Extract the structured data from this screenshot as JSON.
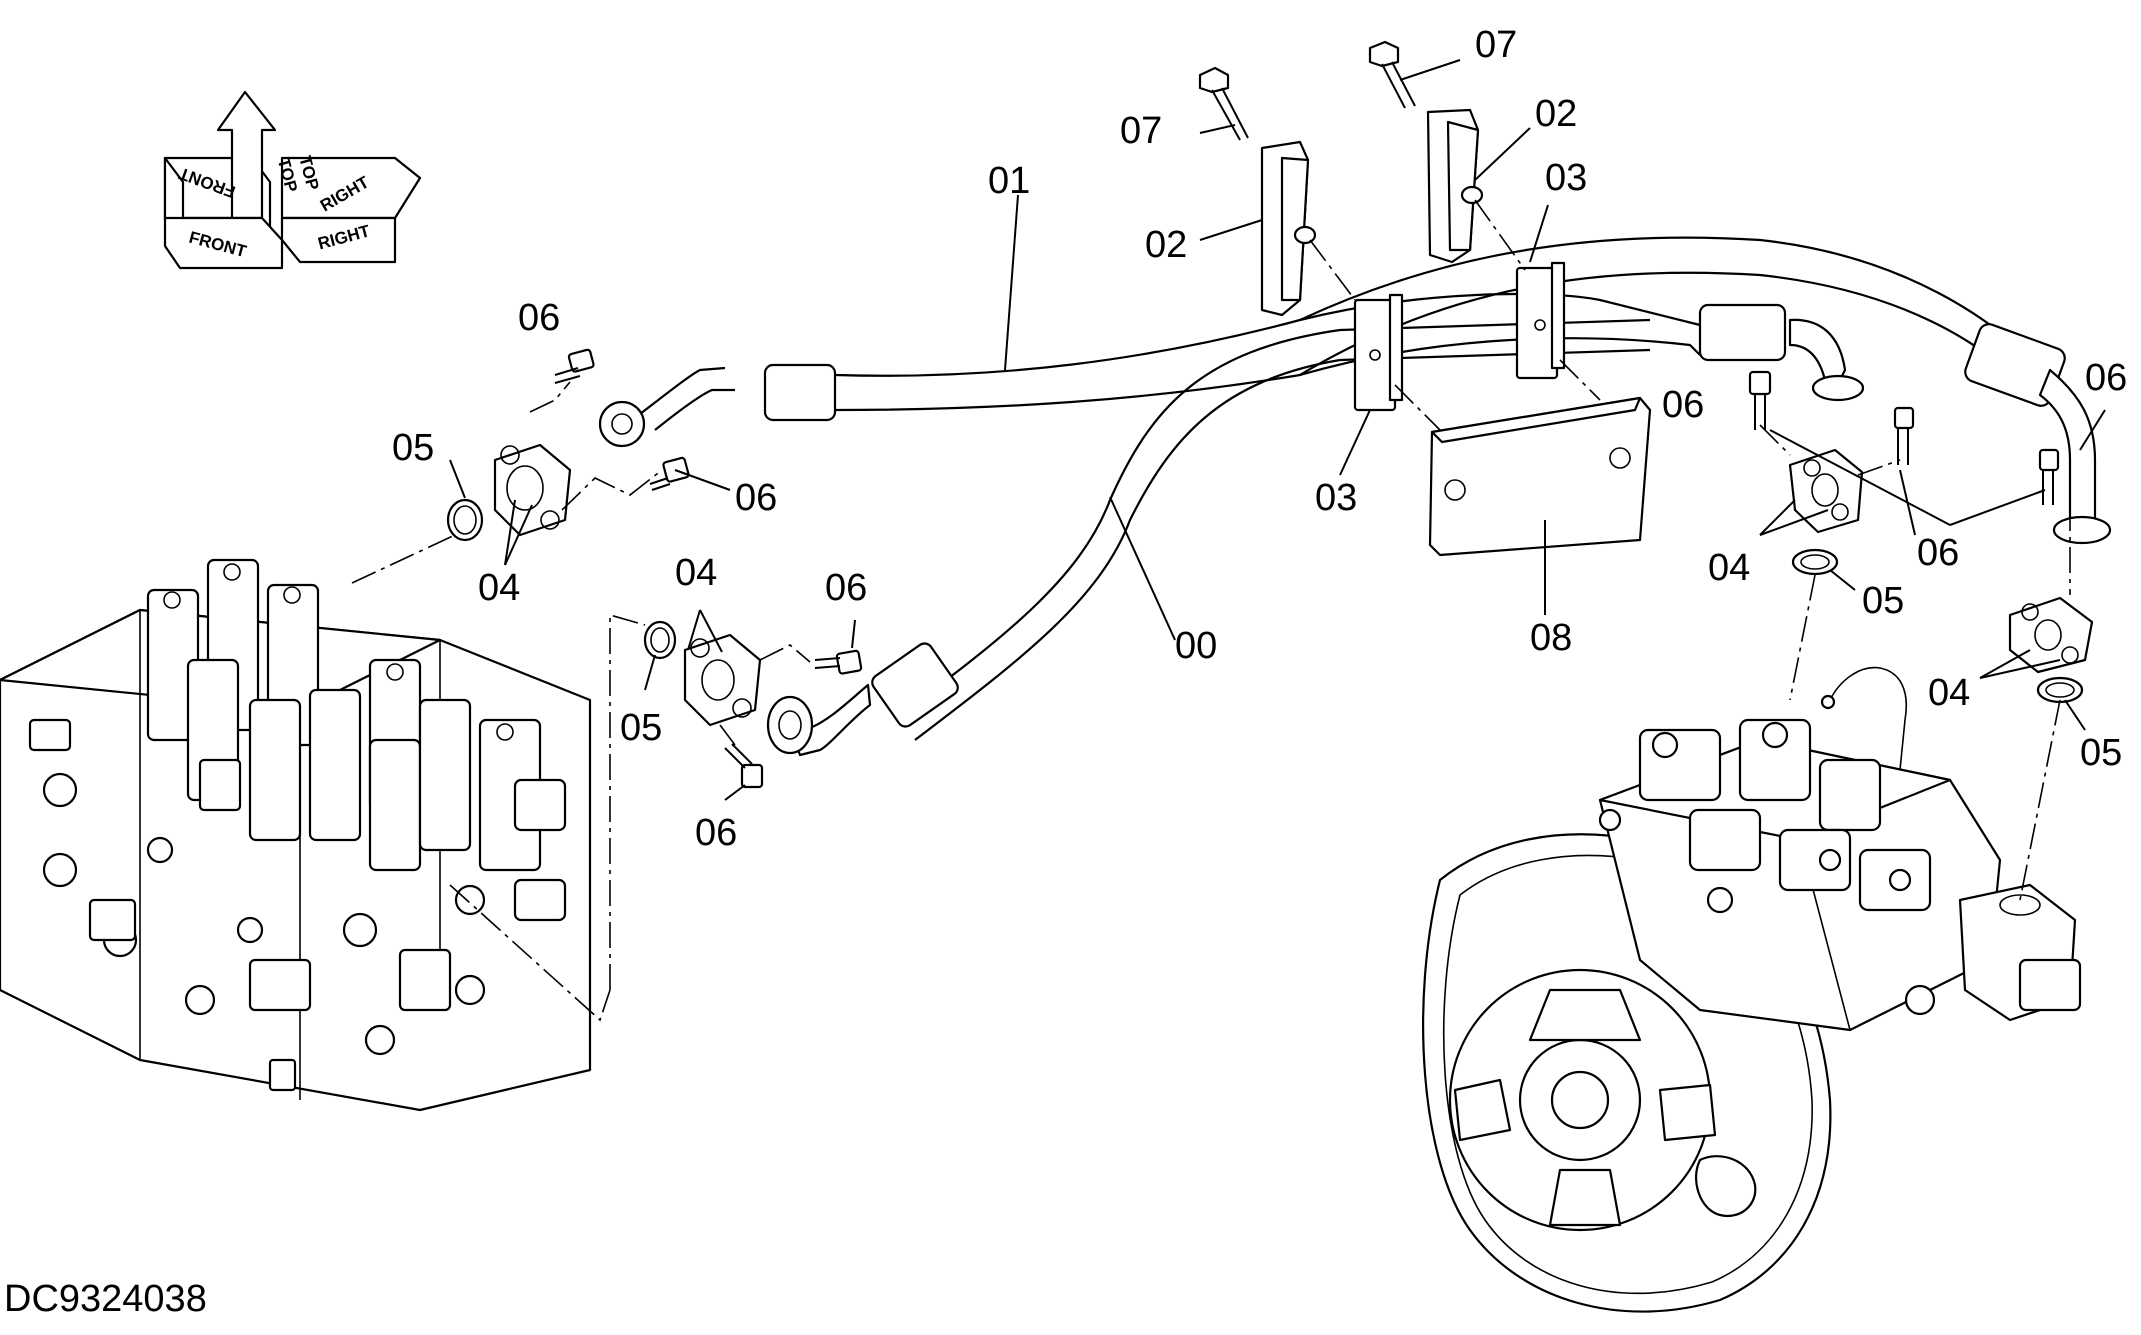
{
  "drawing_number": "DC9324038",
  "orientation_indicator": {
    "front": "FRONT",
    "top": "TOP",
    "right": "RIGHT"
  },
  "callouts": {
    "hose_00": "00",
    "hose_01": "01",
    "clamp_02_left": "02",
    "clamp_02_right": "02",
    "clamp_03_left": "03",
    "clamp_03_right": "03",
    "flange_04_a": "04",
    "flange_04_b": "04",
    "flange_04_c": "04",
    "flange_04_d": "04",
    "oring_05_a": "05",
    "oring_05_b": "05",
    "oring_05_c": "05",
    "oring_05_d": "05",
    "bolt_06_a": "06",
    "bolt_06_b": "06",
    "bolt_06_c": "06",
    "bolt_06_d": "06",
    "bolt_06_e": "06",
    "bolt_06_f": "06",
    "bolt_06_g": "06",
    "bolt_07_left": "07",
    "bolt_07_right": "07",
    "plate_08": "08"
  }
}
